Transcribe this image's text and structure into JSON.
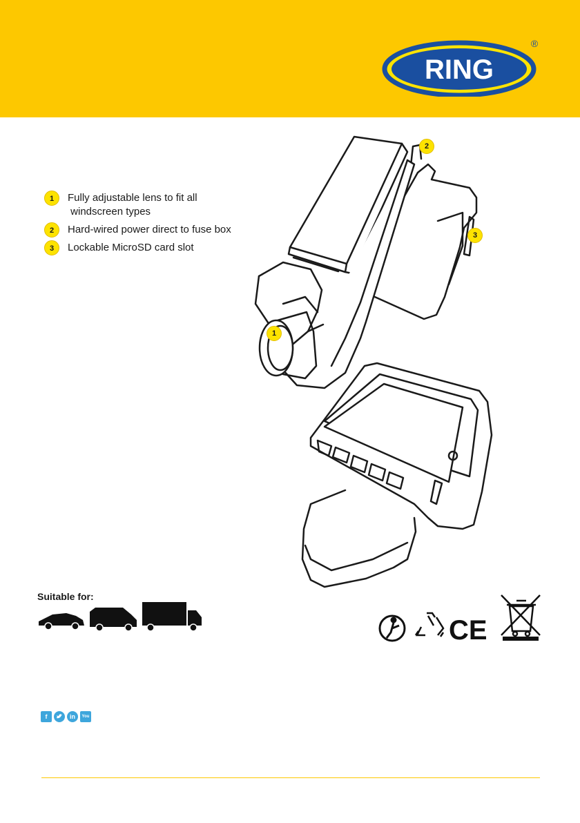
{
  "brand": {
    "name": "RING",
    "registered_mark": "®",
    "colors": {
      "banner": "#fdc800",
      "logo_blue": "#1a4fa0",
      "logo_yellow": "#fde300",
      "icon_blue": "#3ea6dc"
    }
  },
  "features": [
    {
      "number": "1",
      "lines": [
        "Fully adjustable lens to fit all",
        " windscreen types"
      ]
    },
    {
      "number": "2",
      "lines": [
        "Hard-wired power direct to fuse box"
      ]
    },
    {
      "number": "3",
      "lines": [
        "Lockable MicroSD card slot"
      ]
    }
  ],
  "callouts": {
    "one": "1",
    "two": "2",
    "three": "3"
  },
  "suitable": {
    "title": "Suitable for:",
    "vehicles": [
      "car-icon",
      "van-icon",
      "truck-icon"
    ]
  },
  "certifications": [
    "tidyman-icon",
    "recycle-icon",
    "ce-mark-icon",
    "weee-bin-icon"
  ],
  "ce_mark": "CE",
  "social": {
    "icons": [
      "facebook-icon",
      "twitter-icon",
      "linkedin-icon",
      "youtube-icon"
    ],
    "glyphs": {
      "facebook": "f",
      "linkedin": "in",
      "youtube": "You"
    }
  }
}
